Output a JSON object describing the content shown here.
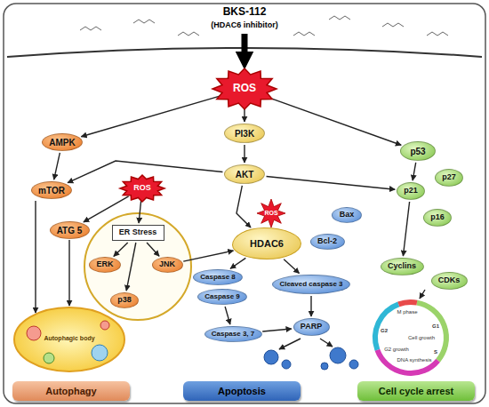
{
  "diagram": {
    "nodes": [
      {
        "text": [
          "ROS"
        ]
      },
      {
        "text": [
          "AMPK"
        ]
      },
      {
        "text": [
          "PI3K"
        ]
      },
      {
        "text": [
          "p53"
        ]
      },
      {
        "text": [
          "ROS"
        ]
      },
      {
        "text": [
          "AKT"
        ]
      },
      {
        "text": [
          "mTOR"
        ]
      },
      {
        "text": [
          "ATG 5"
        ]
      },
      {
        "text": [
          "ER Stress"
        ]
      },
      {
        "text": [
          "ERK"
        ]
      },
      {
        "text": [
          "JNK"
        ]
      },
      {
        "text": [
          "p38"
        ]
      },
      {
        "text": [
          "HDAC6"
        ]
      },
      {
        "text": [
          "Bax"
        ]
      },
      {
        "text": [
          "Bcl-2"
        ]
      },
      {
        "text": [
          "p27"
        ]
      },
      {
        "text": [
          "p21"
        ]
      },
      {
        "text": [
          "p16"
        ]
      },
      {
        "text": [
          "Caspase 8"
        ]
      },
      {
        "text": [
          "Caspase 9"
        ]
      },
      {
        "text": [
          "Cleaved caspase 3"
        ]
      },
      {
        "text": [
          "Cyclins"
        ]
      },
      {
        "text": [
          "CDKs"
        ]
      },
      {
        "text": [
          "Caspase 3, 7"
        ]
      },
      {
        "text": [
          "PARP"
        ]
      },
      {
        "text": [
          "Autophagy"
        ]
      },
      {
        "text": [
          "Apoptosis"
        ]
      },
      {
        "text": [
          "Cell cycle arrest"
        ]
      }
    ],
    "edges": [
      {
        "from": 0,
        "to": 1,
        "arrow": "to"
      },
      {
        "from": 0,
        "to": 2,
        "arrow": "to"
      },
      {
        "from": 0,
        "to": 3,
        "arrow": "to"
      },
      {
        "from": 1,
        "to": 6,
        "arrow": "to"
      },
      {
        "from": 2,
        "to": 5,
        "arrow": "to"
      },
      {
        "from": 5,
        "to": 6,
        "arrow": "to"
      },
      {
        "from": 5,
        "to": 16,
        "arrow": "to"
      },
      {
        "from": 3,
        "to": 16,
        "arrow": "to"
      },
      {
        "from": 4,
        "to": 7,
        "arrow": "to"
      },
      {
        "from": 4,
        "to": 8,
        "arrow": "to"
      },
      {
        "from": 8,
        "to": 9,
        "arrow": "to"
      },
      {
        "from": 8,
        "to": 10,
        "arrow": "to"
      },
      {
        "from": 8,
        "to": 11,
        "arrow": "to"
      },
      {
        "from": 10,
        "to": 12,
        "arrow": "to"
      },
      {
        "from": 5,
        "to": 12,
        "arrow": "to"
      },
      {
        "from": 12,
        "to": 18,
        "arrow": "to"
      },
      {
        "from": 12,
        "to": 20,
        "arrow": "to"
      },
      {
        "from": 19,
        "to": 23,
        "arrow": "to"
      },
      {
        "from": 23,
        "to": 24,
        "arrow": "to"
      },
      {
        "from": 20,
        "to": 24,
        "arrow": "to"
      },
      {
        "from": 16,
        "to": 21,
        "arrow": "to"
      }
    ],
    "labels": [
      "BKS-112",
      "(HDAC6 inhibitor)",
      "ROS",
      "Autophagic body",
      "M phase",
      "G1",
      "Cell growth",
      "G2",
      "G2 growth",
      "DNA synthesis",
      "S"
    ]
  }
}
